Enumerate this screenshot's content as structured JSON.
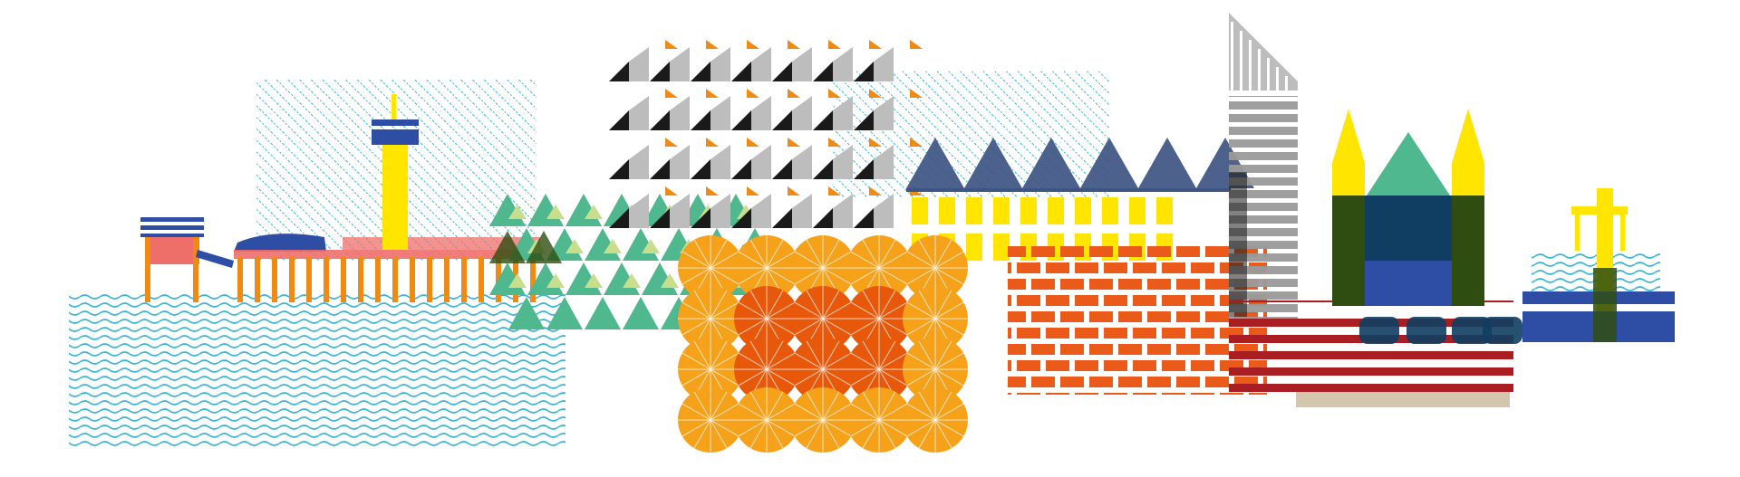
{
  "illustration": {
    "description_visible_text": "",
    "colors": {
      "water_line": "#39b5d6",
      "hatch": "#39b5d6",
      "pier_orange": "#ef8a12",
      "pier_red": "#ee6f6a",
      "navy": "#2e4ea6",
      "yellow": "#ffe500",
      "green": "#4fb88e",
      "light_green": "#c9de8c",
      "gray": "#bdbdbd",
      "black": "#1a1a1a",
      "slate": "#3d5582",
      "orange_dark": "#e8580a",
      "orange_light": "#f5a11a",
      "brick": "#ea5b1b",
      "dark_red": "#a81e22",
      "tan": "#d4c6ad",
      "olive": "#2f4d10",
      "teal_navy": "#0f3e62",
      "tower_gray": "#9a9a9a"
    },
    "icons": [
      "pier-scene",
      "lighthouse-tower",
      "triangle-forest",
      "sawtooth-roof-building",
      "orange-dome-grid",
      "brick-wall",
      "gray-tower",
      "striped-bridge",
      "castle-with-spires",
      "small-harbor-tower"
    ]
  }
}
